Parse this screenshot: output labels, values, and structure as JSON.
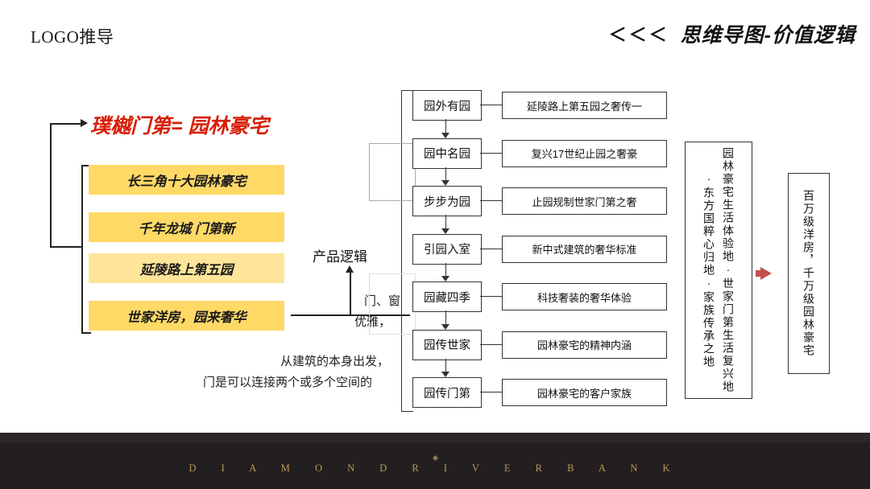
{
  "header": {
    "logo": "LOGO推导",
    "arrows": "＜＜＜",
    "title": "思维导图-价值逻辑"
  },
  "left": {
    "title": "璞樾门第= 园林豪宅",
    "boxes": [
      "长三角十大园林豪宅",
      "千年龙城  门第新",
      "延陵路上第五园",
      "世家洋房，园来奢华"
    ]
  },
  "middle": {
    "label": "产品逻辑",
    "paragraphs": [
      "门、窗",
      "优雅，",
      "从建筑的本身出发，",
      "门是可以连接两个或多个空间的"
    ]
  },
  "flow": {
    "left_nodes": [
      "园外有园",
      "园中名园",
      "步步为园",
      "引园入室",
      "园藏四季",
      "园传世家",
      "园传门第"
    ],
    "right_nodes": [
      "延陵路上第五园之奢传一",
      "复兴17世纪止园之奢豪",
      "止园规制世家门第之奢",
      "新中式建筑的奢华标准",
      "科技奢装的奢华体验",
      "园林豪宅的精神内涵",
      "园林豪宅的客户家族"
    ]
  },
  "summary": {
    "column_1": "园林豪宅生活体验地·世家门第生活复兴地·东方国粹心归地·家族传承之地",
    "column_2": "百万级洋房，千万级园林豪宅"
  },
  "footer": {
    "text": "D I A M O N D   R I V E R B A N K"
  },
  "colors": {
    "accent_red": "#d81f06",
    "highlight_yellow": "#ffd966",
    "highlight_yellow_light": "#ffe599",
    "footer_dark": "#231f20",
    "footer_gold": "#b89a58",
    "arrow_red": "#c0504d"
  }
}
